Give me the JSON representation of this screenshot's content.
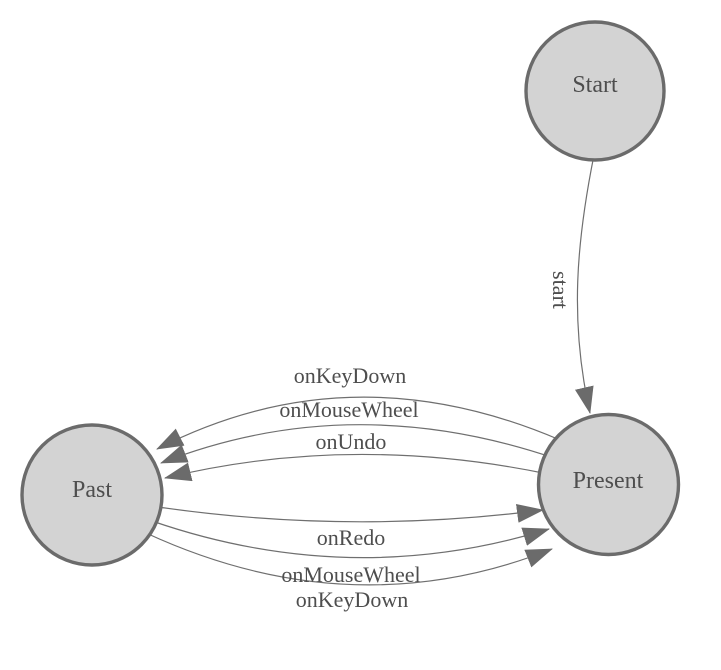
{
  "diagram": {
    "type": "state-machine",
    "colors": {
      "background": "#ffffff",
      "node_fill": "#d3d3d3",
      "node_border": "#6b6b6b",
      "edge_line": "#6f6f6f",
      "arrowhead": "#6b6b6b",
      "label_text": "#4e4e4e"
    },
    "nodes": [
      {
        "id": "start",
        "label": "Start"
      },
      {
        "id": "past",
        "label": "Past"
      },
      {
        "id": "present",
        "label": "Present"
      }
    ],
    "edges": [
      {
        "from": "start",
        "to": "present",
        "label": "start"
      },
      {
        "from": "present",
        "to": "past",
        "label": "onKeyDown"
      },
      {
        "from": "present",
        "to": "past",
        "label": "onMouseWheel"
      },
      {
        "from": "present",
        "to": "past",
        "label": "onUndo"
      },
      {
        "from": "past",
        "to": "present",
        "label": "onRedo"
      },
      {
        "from": "past",
        "to": "present",
        "label": "onMouseWheel"
      },
      {
        "from": "past",
        "to": "present",
        "label": "onKeyDown"
      }
    ]
  }
}
